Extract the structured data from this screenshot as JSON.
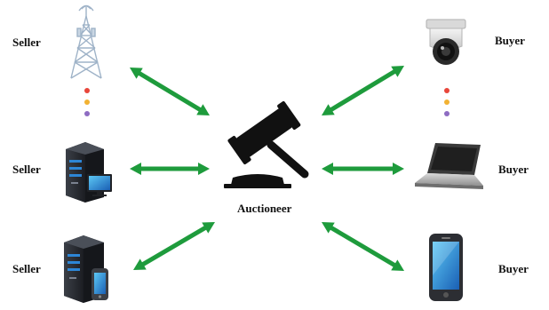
{
  "labels": {
    "seller_top": "Seller",
    "seller_mid": "Seller",
    "seller_bottom": "Seller",
    "buyer_top": "Buyer",
    "buyer_mid": "Buyer",
    "buyer_bottom": "Buyer",
    "center": "Auctioneer"
  },
  "colors": {
    "arrow": "#1e9b3c",
    "dot_red": "#e8463a",
    "dot_yellow": "#f2b233",
    "dot_purple": "#8e6cc2"
  },
  "icons": {
    "seller_top": "cell-tower-icon",
    "seller_mid": "server-with-monitor-icon",
    "seller_bottom": "server-with-phone-icon",
    "buyer_top": "security-camera-icon",
    "buyer_mid": "laptop-icon",
    "buyer_bottom": "smartphone-icon",
    "center": "gavel-icon"
  }
}
